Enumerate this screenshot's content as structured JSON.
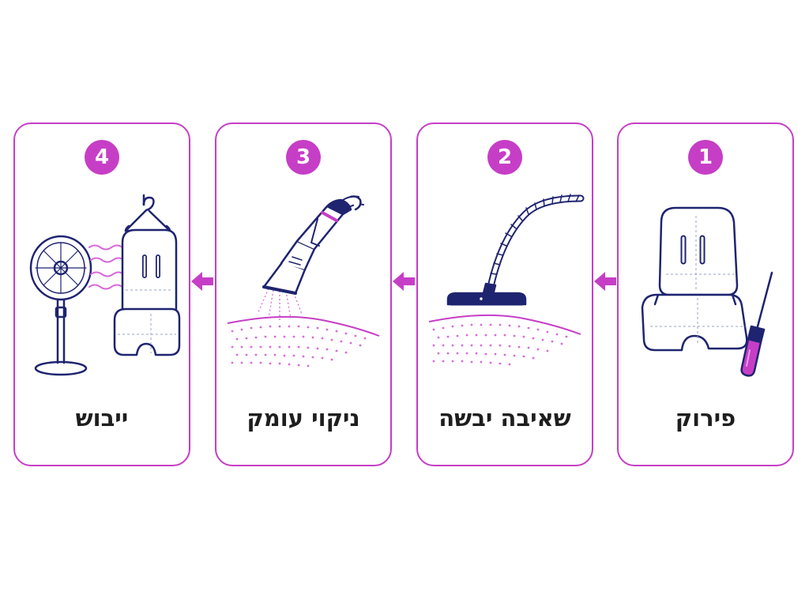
{
  "steps": [
    {
      "number": "1",
      "label": "פירוק"
    },
    {
      "number": "2",
      "label": "שאיבה יבשה"
    },
    {
      "number": "3",
      "label": "ניקוי עומק"
    },
    {
      "number": "4",
      "label": "ייבוש"
    }
  ],
  "colors": {
    "accent": "#c63ec6",
    "line": "#1f2470",
    "text": "#1e1e1e"
  },
  "icons": {
    "step1": [
      "seat-liner-icon",
      "screwdriver-icon"
    ],
    "step2": [
      "vacuum-cleaner-icon"
    ],
    "step3": [
      "deep-clean-nozzle-icon"
    ],
    "step4": [
      "fan-icon",
      "hanging-seat-liner-icon"
    ],
    "connectors": "arrow-left-icon"
  }
}
